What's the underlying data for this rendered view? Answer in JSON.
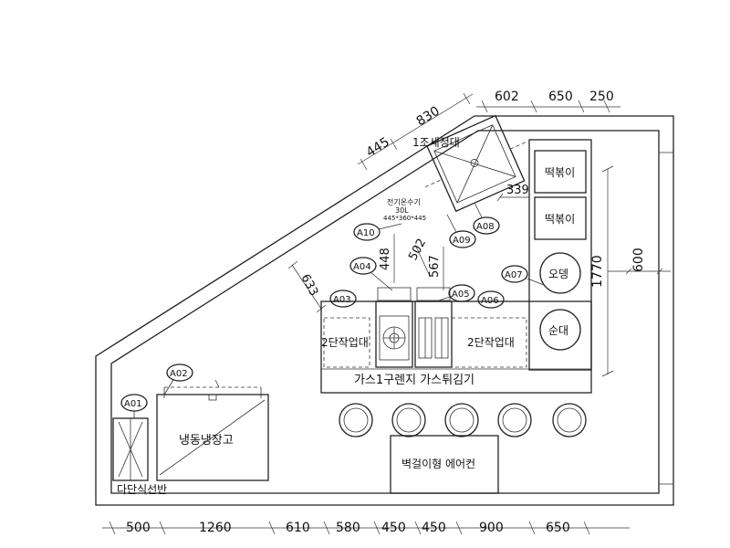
{
  "top_dims": [
    "602",
    "650",
    "250"
  ],
  "diag_dims": [
    "445",
    "830"
  ],
  "bottom_dims": [
    "500",
    "1260",
    "610",
    "580",
    "450",
    "450",
    "900",
    "650"
  ],
  "right_dims": [
    "1770",
    "600"
  ],
  "inner_dims": [
    "339",
    "448",
    "502",
    "567",
    "633"
  ],
  "labels": {
    "sink": "1조세정대",
    "heater_line1": "전기온수기",
    "heater_line2": "30L",
    "heater_line3": "445*360*445",
    "tteok1": "떡볶이",
    "tteok2": "떡볶이",
    "odeng": "오뎅",
    "sundae": "순대",
    "work_left": "2단작업대",
    "work_right": "2단작업대",
    "counter": "가스1구렌지 가스튀김기",
    "aircon": "벽걸이형 에어컨",
    "fridge": "냉동냉장고",
    "shelf": "다단식선반"
  },
  "tags": [
    "A01",
    "A02",
    "A03",
    "A04",
    "A05",
    "A06",
    "A07",
    "A08",
    "A09",
    "A10"
  ]
}
